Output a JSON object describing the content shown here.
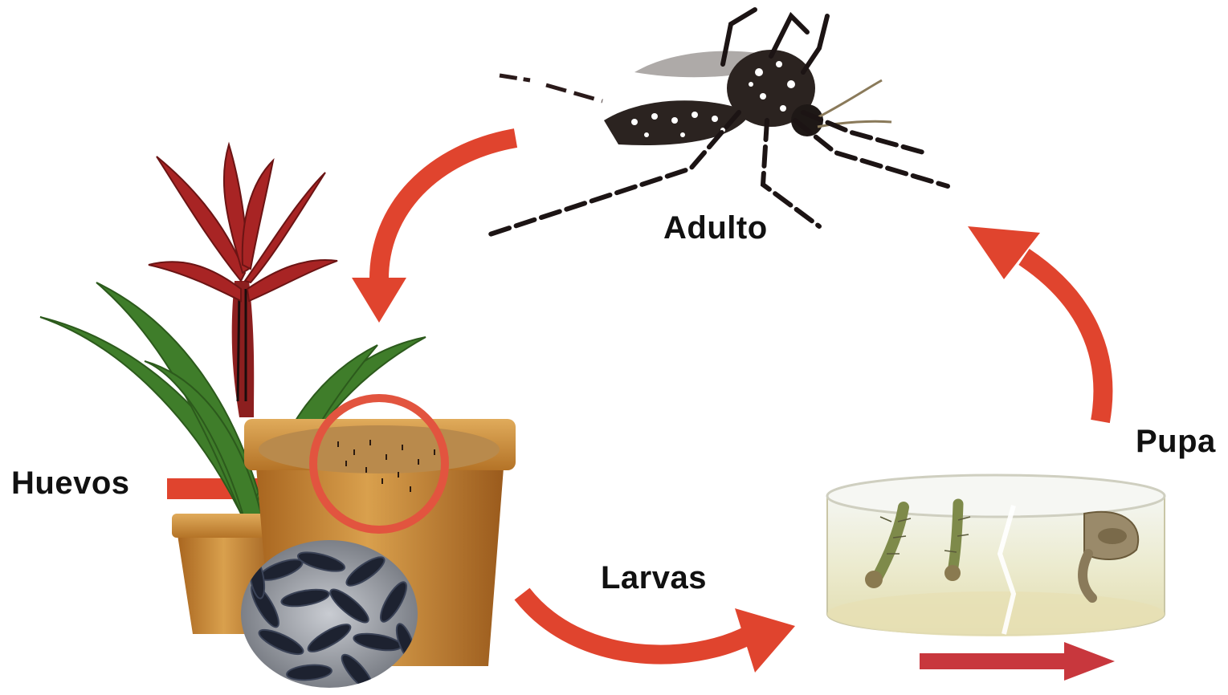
{
  "diagram": {
    "labels": {
      "adulto": "Adulto",
      "huevos": "Huevos",
      "larvas": "Larvas",
      "pupa": "Pupa"
    },
    "colors": {
      "arrow": "#e0442e",
      "magnifier_ring": "#e2543f",
      "pot": "#c98a3a",
      "leaf": "#3f7d2a",
      "flower": "#a82424",
      "water": "#efeed2"
    },
    "icons": [
      "mosquito-icon",
      "bromeliad-plant-icon",
      "flower-pot-icon",
      "eggs-magnified-icon",
      "water-dish-icon",
      "larva-icon",
      "pupa-icon"
    ]
  }
}
